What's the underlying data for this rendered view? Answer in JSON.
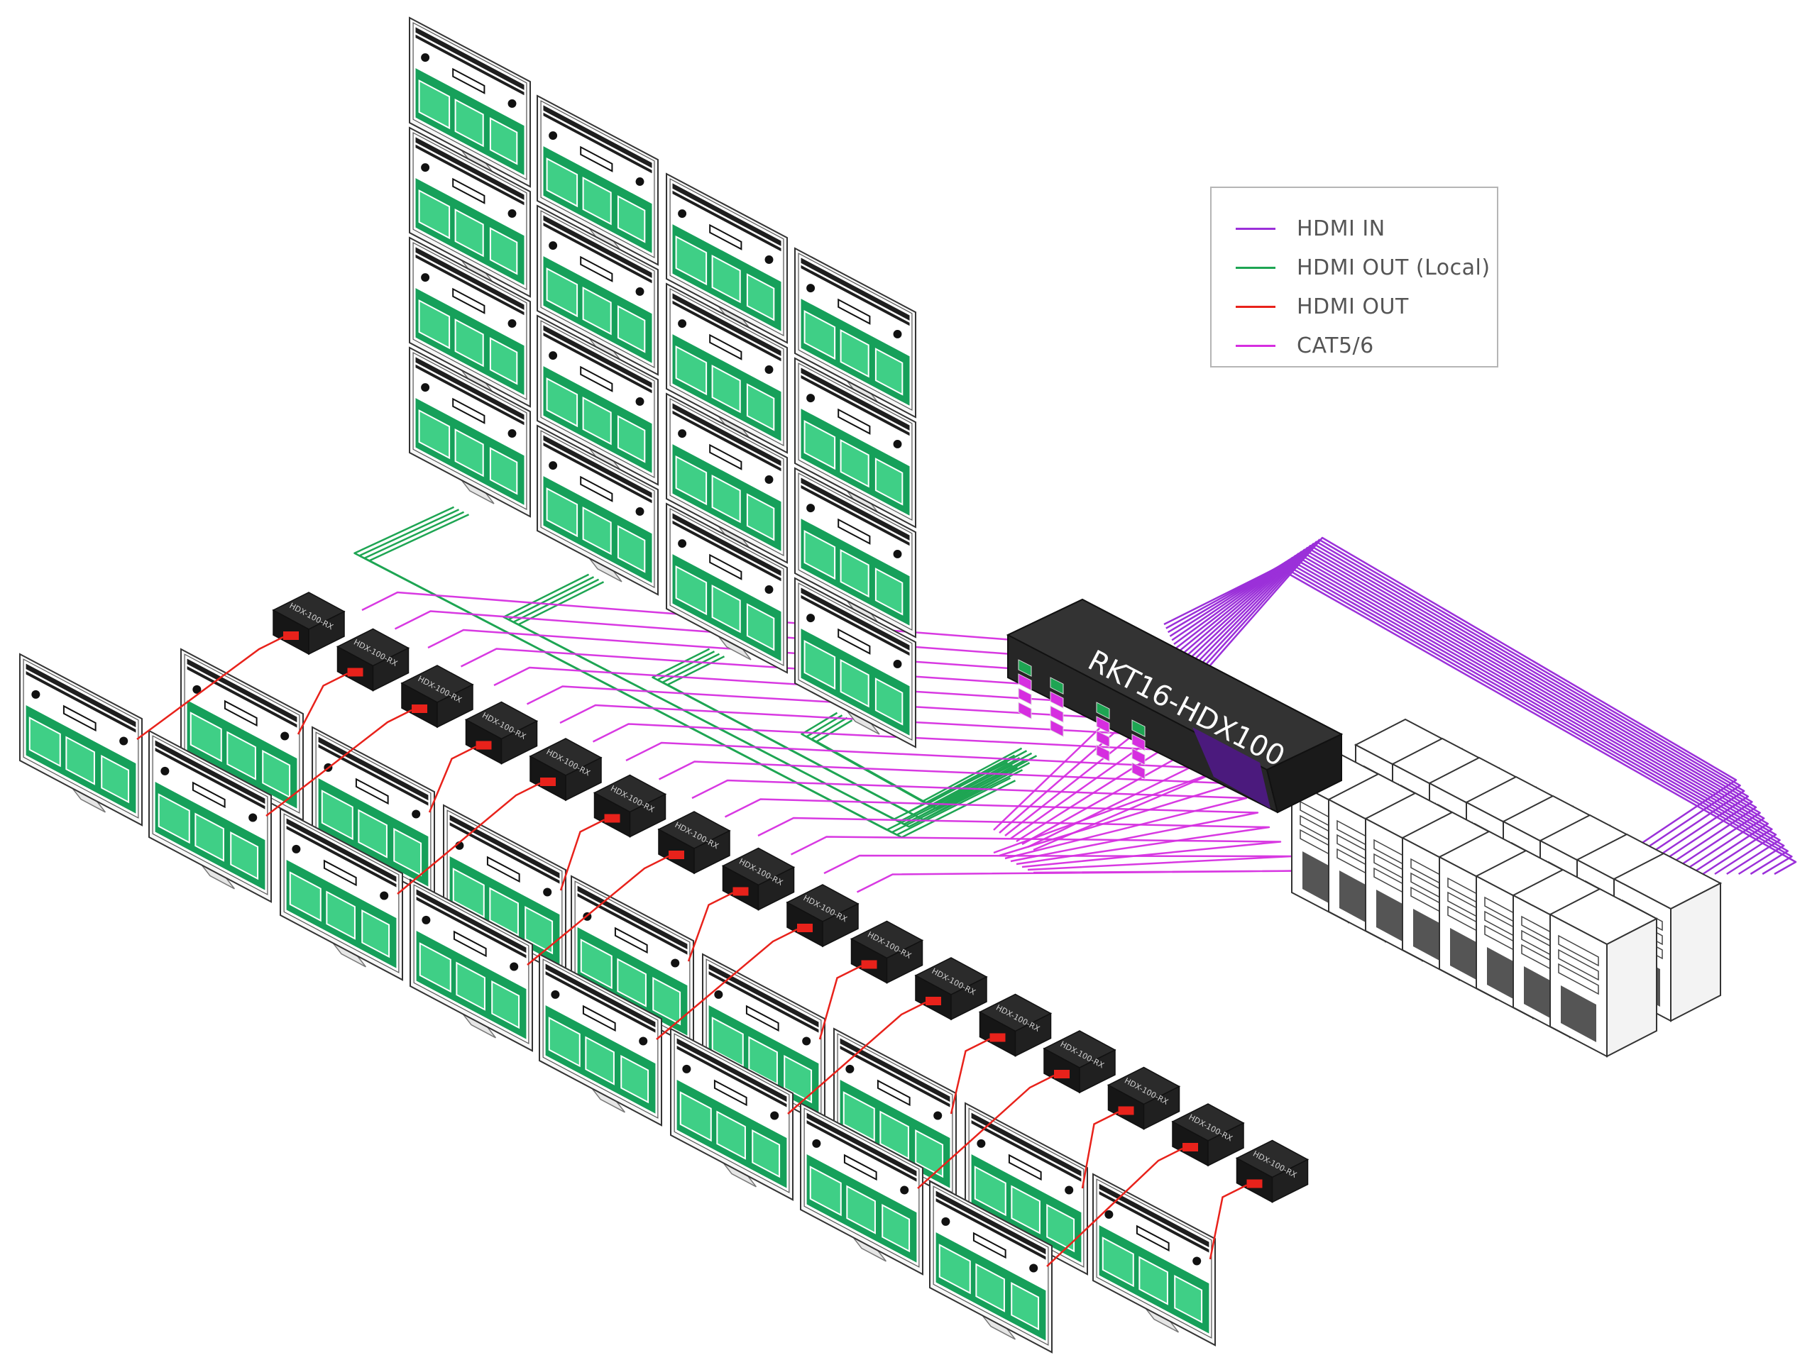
{
  "legend": {
    "items": [
      {
        "label": "HDMI IN",
        "color": "#9b30d9"
      },
      {
        "label": "HDMI OUT (Local)",
        "color": "#1ea553"
      },
      {
        "label": "HDMI OUT",
        "color": "#e8221b"
      },
      {
        "label": "CAT5/6",
        "color": "#d62ee0"
      }
    ]
  },
  "matrix": {
    "label": "RKT16-HDX100"
  },
  "receiver": {
    "label": "HDX-100-RX"
  },
  "colors": {
    "screen_green": "#16a05a",
    "screen_light": "#3fcf86",
    "device_black": "#222222",
    "accent_purple": "#4b1a7d",
    "outline": "#333333"
  }
}
